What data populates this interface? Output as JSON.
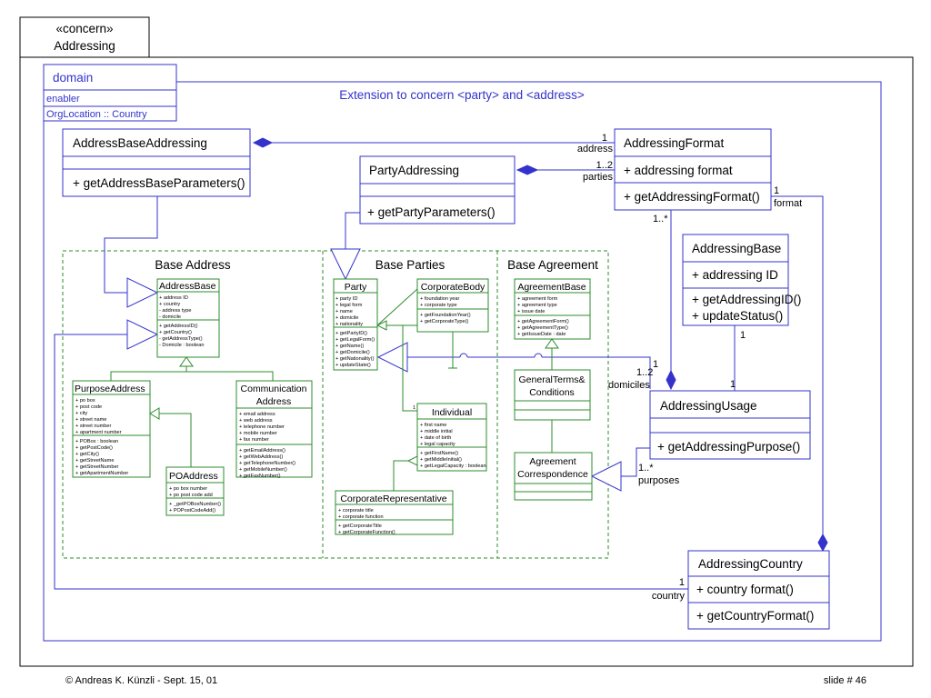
{
  "header": {
    "stereotype": "«concern»",
    "name": "Addressing"
  },
  "domain": {
    "label": "domain",
    "enabler": "enabler",
    "location": "OrgLocation :: Country"
  },
  "caption": "Extension to concern <party> and <address>",
  "groups": {
    "base_address": "Base Address",
    "base_parties": "Base Parties",
    "base_agreement": "Base Agreement"
  },
  "classes": {
    "address_base_addressing": {
      "name": "AddressBaseAddressing",
      "ops": [
        "+ getAddressBaseParameters()"
      ]
    },
    "party_addressing": {
      "name": "PartyAddressing",
      "ops": [
        "+ getPartyParameters()"
      ]
    },
    "addressing_format": {
      "name": "AddressingFormat",
      "attrs": [
        "+ addressing format"
      ],
      "ops": [
        "+ getAddressingFormat()"
      ]
    },
    "addressing_base": {
      "name": "AddressingBase",
      "attrs": [
        "+ addressing ID"
      ],
      "ops": [
        "+ getAddressingID()",
        "+ updateStatus()"
      ]
    },
    "addressing_usage": {
      "name": "AddressingUsage",
      "ops": [
        "+ getAddressingPurpose()"
      ]
    },
    "addressing_country": {
      "name": "AddressingCountry",
      "attrs": [
        "+ country format()"
      ],
      "ops": [
        "+ getCountryFormat()"
      ]
    },
    "address_base": {
      "name": "AddressBase",
      "attrs": [
        "+ address ID",
        "+ country",
        "- address type",
        "- domicile"
      ],
      "ops": [
        "+ getAddressID()",
        "+ getCountry()",
        "- getAddressType()",
        "- Domicile : boolean"
      ]
    },
    "purpose_address": {
      "name": "PurposeAddress",
      "attrs": [
        "+ po box",
        "+ post code",
        "+ city",
        "+ street name",
        "+ street number",
        "+ apartment number"
      ],
      "ops": [
        "+ POBox : boolean",
        "+ getPostCode()",
        "+ getCity()",
        "+ getStreetName",
        "+ getStreetNumber",
        "+ getApartmentNumber"
      ]
    },
    "communication_address": {
      "name_l1": "Communication",
      "name_l2": "Address",
      "attrs": [
        "+ email address",
        "+ web address",
        "+ telephone number",
        "+ mobile number",
        "+ fax number"
      ],
      "ops": [
        "+ getEmailAddress()",
        "+ getWebAddress()",
        "+ getTelephoneNumber()",
        "+ getMobileNumber()",
        "+ getFaxNumber()"
      ]
    },
    "po_address": {
      "name": "POAddress",
      "attrs": [
        "+ po box number",
        "+ po post code add"
      ],
      "ops": [
        "+ _getPOBoxNumber()",
        "+ POPostCodeAdd()"
      ]
    },
    "party": {
      "name": "Party",
      "attrs": [
        "+ party ID",
        "+ legal form",
        "+ name",
        "+ domicile",
        "+ nationality"
      ],
      "ops": [
        "+ getPartyID()",
        "+ getLegalForm()",
        "+ getName()",
        "+ getDomicile()",
        "+ getNationality()",
        "+ updateState()"
      ]
    },
    "corporate_body": {
      "name": "CorporateBody",
      "attrs": [
        "+ foundation year",
        "+ corporate type"
      ],
      "ops": [
        "+ getFoundationYear()",
        "+ getCorporateType()"
      ]
    },
    "individual": {
      "name": "Individual",
      "attrs": [
        "+ first name",
        "+ middle initial",
        "+ date of birth",
        "+ legal capacity"
      ],
      "ops": [
        "+ getFirstName()",
        "+ getMiddleInitial()",
        "+ getLegalCapacity : boolean"
      ]
    },
    "corporate_representative": {
      "name": "CorporateRepresentative",
      "attrs": [
        "+ corporate title",
        "+ corporate function"
      ],
      "ops": [
        "+ getCorporateTitle",
        "+ getCorporateFunction()"
      ]
    },
    "agreement_base": {
      "name": "AgreementBase",
      "attrs": [
        "+ agreement form",
        "+ agreement type",
        "+ issue date"
      ],
      "ops": [
        "+ getAgreementForm()",
        "+ getAgreementType()",
        "+ getIssueDate : date"
      ]
    },
    "general_terms": {
      "name_l1": "GeneralTerms&",
      "name_l2": "Conditions"
    },
    "agreement_correspondence": {
      "name_l1": "Agreement",
      "name_l2": "Correspondence"
    }
  },
  "labels": {
    "address_mult": "1",
    "address_role": "address",
    "parties_mult": "1..2",
    "parties_role": "parties",
    "format_mult": "1",
    "format_role": "format",
    "format_many": "1..*",
    "domiciles_mult": "1..2",
    "domiciles_role": "domiciles",
    "domiciles_one": "1",
    "base_one": "1",
    "usage_one": "1",
    "purposes_mult": "1..*",
    "purposes_role": "purposes",
    "country_mult": "1",
    "country_role": "country",
    "individual_one": "1"
  },
  "footer": {
    "left": "© Andreas K. Künzli - Sept. 15, 01",
    "right": "slide # 46"
  }
}
